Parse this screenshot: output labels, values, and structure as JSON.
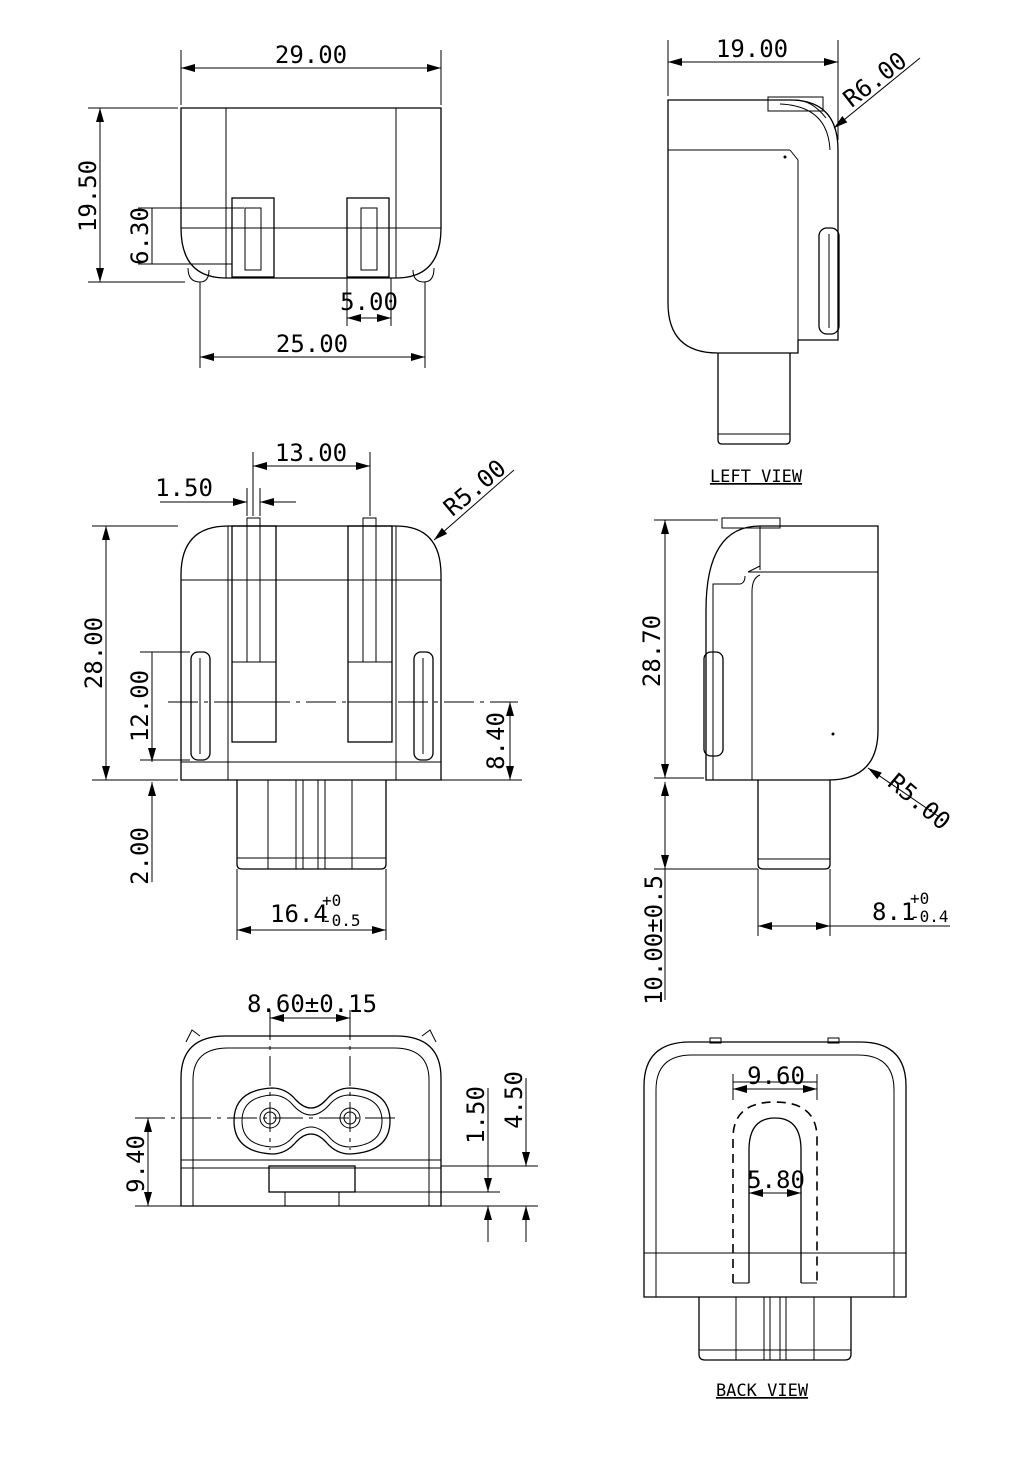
{
  "views": {
    "left_view": "LEFT VIEW",
    "back_view": "BACK VIEW"
  },
  "dimensions": {
    "top_width": "29.00",
    "top_height": "19.50",
    "top_blade_height": "6.30",
    "top_blade_width": "5.00",
    "top_bottom_width": "25.00",
    "left_width": "19.00",
    "left_radius": "R6.00",
    "front_spacing": "13.00",
    "front_blade_thickness": "1.50",
    "front_radius": "R5.00",
    "front_height": "28.00",
    "front_slot": "12.00",
    "front_right": "8.40",
    "front_bottom": "2.00",
    "front_plug_base": "16.4",
    "front_plug_tol_upper": "+0",
    "front_plug_tol_lower": "-0.5",
    "side_height": "28.70",
    "side_radius": "R5.00",
    "side_plug_length": "10.00±0.5",
    "side_plug_base": "8.1",
    "side_plug_tol_upper": "+0",
    "side_plug_tol_lower": "-0.4",
    "socket_spacing": "8.60±0.15",
    "socket_height": "9.40",
    "socket_offset_a": "1.50",
    "socket_offset_b": "4.50",
    "back_outer": "9.60",
    "back_inner": "5.80"
  }
}
